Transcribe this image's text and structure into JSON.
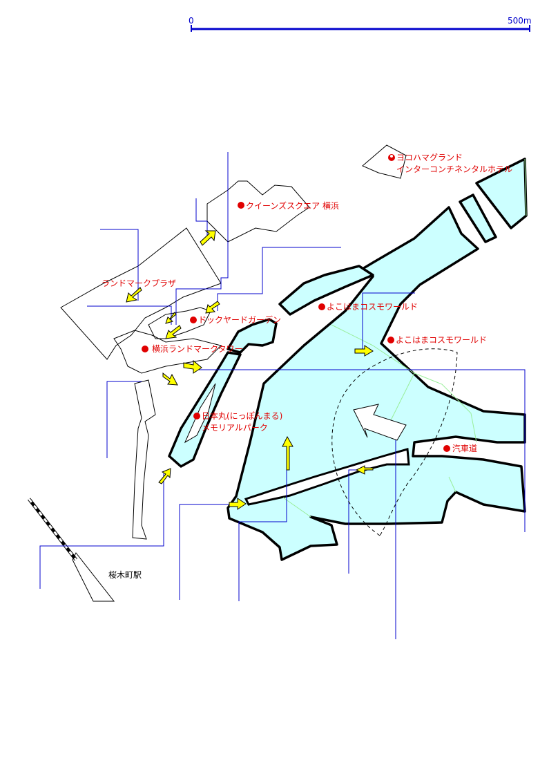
{
  "scale_bar": {
    "start_label": "0",
    "end_label": "500m"
  },
  "labels": {
    "hotel_line1": "ヨコハマグランド",
    "hotel_line2": "インターコンチネンタルホテル",
    "queens_square": "クイーンズスクエア 横浜",
    "landmark_plaza": "ランドマークプラザ",
    "dockyard_garden": "ドックヤードガーデン",
    "landmark_tower": "横浜ランドマークタワー",
    "cosmo_world_1": "よこはまコスモワールド",
    "cosmo_world_2": "よこはまコスモワールド",
    "nippon_maru_line1": "日本丸(にっぽんまる)",
    "nippon_maru_line2": "メモリアルパーク",
    "kishamichi": "汽車道",
    "sakuragicho_station": "桜木町駅"
  },
  "colors": {
    "water": "#ccffff",
    "poi_marker": "#e00000",
    "route_line": "#0000cc",
    "arrow_fill": "#ffff00",
    "green_line": "#99ee99"
  },
  "icons": {
    "poi": "red-circle",
    "hotel": "hotel-symbol",
    "direction": "yellow-arrow"
  }
}
